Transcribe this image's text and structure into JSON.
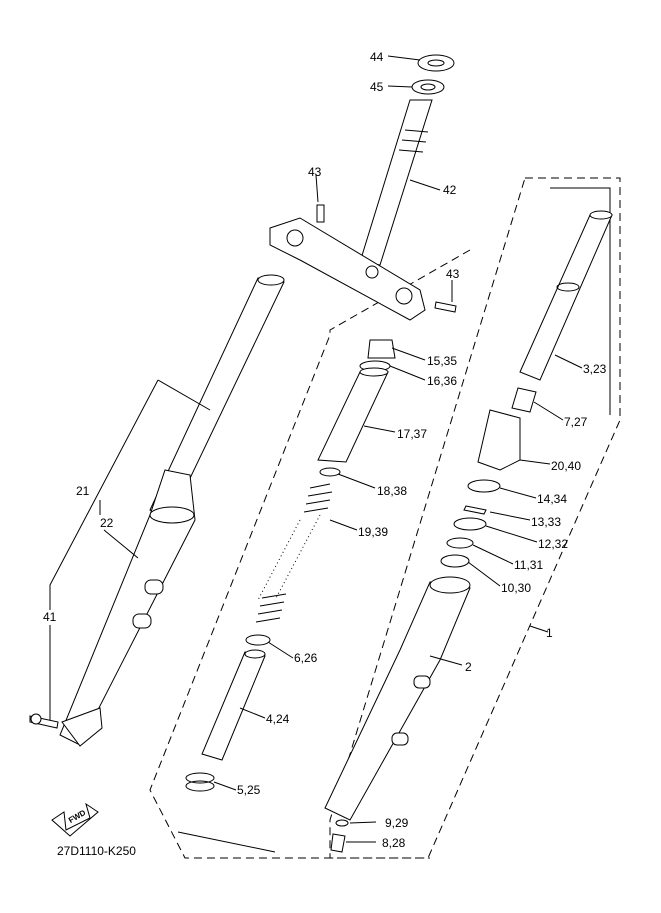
{
  "diagram_code": "27D1110-K250",
  "fwd_text": "FWD",
  "callouts": {
    "c44": "44",
    "c45": "45",
    "c42": "42",
    "c43a": "43",
    "c43b": "43",
    "c15": "15,35",
    "c16": "16,36",
    "c17": "17,37",
    "c18": "18,38",
    "c19": "19,39",
    "c6": "6,26",
    "c4": "4,24",
    "c5": "5,25",
    "c3": "3,23",
    "c7": "7,27",
    "c20": "20,40",
    "c14": "14,34",
    "c13": "13,33",
    "c12": "12,32",
    "c11": "11,31",
    "c10": "10,30",
    "c1": "1",
    "c2": "2",
    "c9": "9,29",
    "c8": "8,28",
    "c21": "21",
    "c22": "22",
    "c41": "41"
  }
}
